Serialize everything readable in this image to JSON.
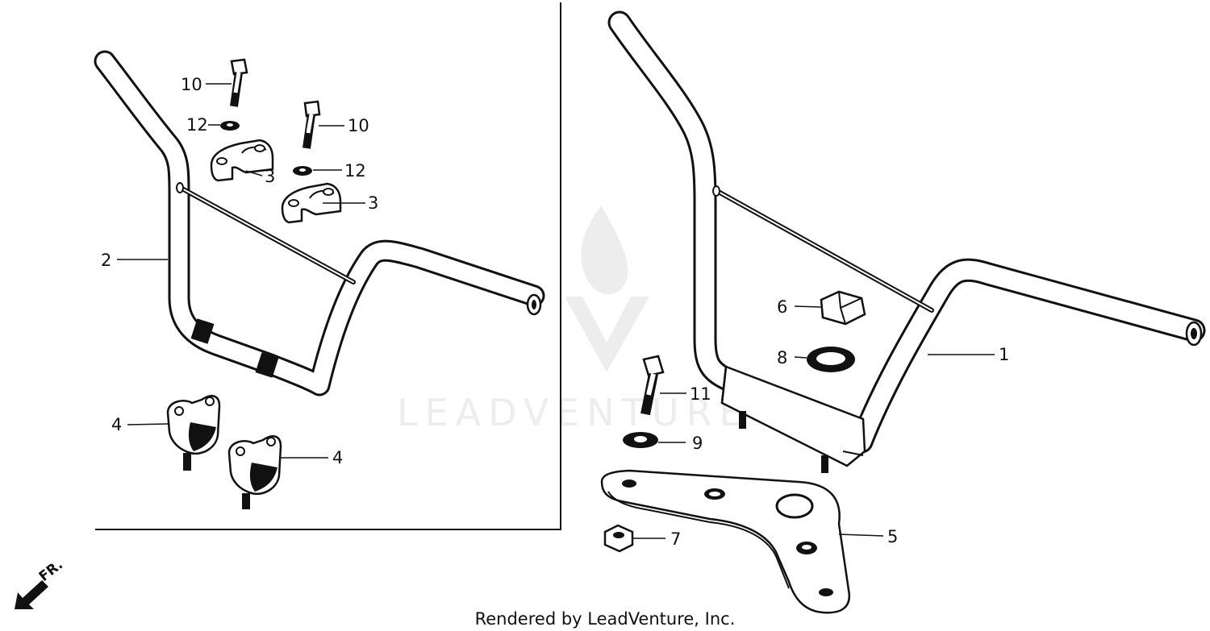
{
  "diagram": {
    "watermark_text": "LEADVENTURE",
    "footer": "Rendered by LeadVenture, Inc.",
    "front_indicator": "FR.",
    "callouts": {
      "left": {
        "bolt_a": "10",
        "washer_a": "12",
        "bolt_b": "10",
        "washer_b": "12",
        "holder_a": "3",
        "holder_b": "3",
        "handlebar": "2",
        "lower_a": "4",
        "lower_b": "4"
      },
      "right": {
        "handlebar": "1",
        "nut": "6",
        "washer": "8",
        "bolt": "11",
        "bolt_washer": "9",
        "bracket": "5",
        "bracket_nut": "7"
      }
    },
    "colors": {
      "line": "#111111",
      "shade": "#222222",
      "watermark": "#000000"
    }
  }
}
